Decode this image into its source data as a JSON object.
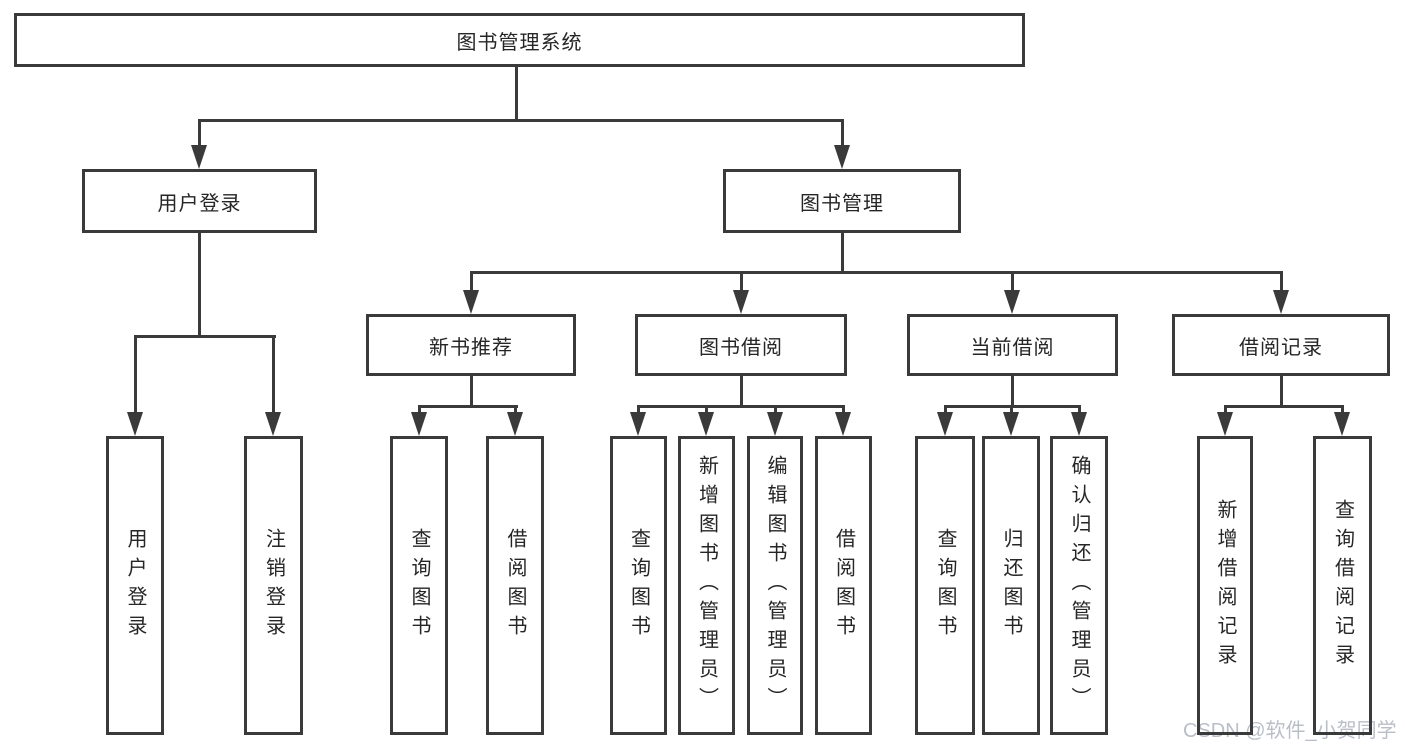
{
  "diagram_type": "hierarchy-tree",
  "tree": {
    "root": "图书管理系统",
    "branches": [
      {
        "label": "用户登录",
        "children": [
          {
            "label": "用户登录"
          },
          {
            "label": "注销登录"
          }
        ]
      },
      {
        "label": "图书管理",
        "children": [
          {
            "label": "新书推荐",
            "children": [
              {
                "label": "查询图书"
              },
              {
                "label": "借阅图书"
              }
            ]
          },
          {
            "label": "图书借阅",
            "children": [
              {
                "label": "查询图书"
              },
              {
                "label": "新增图书（管理员）"
              },
              {
                "label": "编辑图书（管理员）"
              },
              {
                "label": "借阅图书"
              }
            ]
          },
          {
            "label": "当前借阅",
            "children": [
              {
                "label": "查询图书"
              },
              {
                "label": "归还图书"
              },
              {
                "label": "确认归还（管理员）"
              }
            ]
          },
          {
            "label": "借阅记录",
            "children": [
              {
                "label": "新增借阅记录"
              },
              {
                "label": "查询借阅记录"
              }
            ]
          }
        ]
      }
    ]
  },
  "watermark": "CSDN @软件_小贺同学",
  "colors": {
    "line": "#3a3a3a",
    "text": "#262626",
    "watermark": "#b9bec8",
    "background": "#ffffff"
  }
}
